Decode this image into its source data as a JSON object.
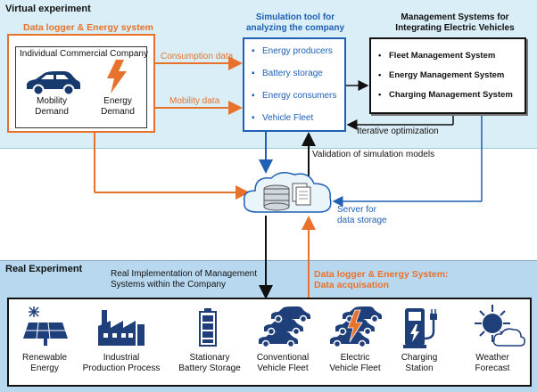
{
  "virtual": {
    "title": "Virtual experiment",
    "logger_title": "Data logger & Energy system",
    "company_title": "Individual Commercial Company",
    "mobility_demand": [
      "Mobility",
      "Demand"
    ],
    "energy_demand": [
      "Energy",
      "Demand"
    ],
    "consumption_label": "Consumption data",
    "mobility_label": "Mobility data",
    "sim_title": [
      "Simulation tool for",
      "analyzing the company"
    ],
    "sim_items": [
      "Energy producers",
      "Battery storage",
      "Energy consumers",
      "Vehicle Fleet"
    ],
    "mgmt_title": [
      "Management Systems for",
      "Integrating Electric Vehicles"
    ],
    "mgmt_items": [
      "Fleet Management System",
      "Energy Management System",
      "Charging Management System"
    ],
    "iterative_label": "Iterative optimization"
  },
  "middle": {
    "validation_label": "Validation of simulation models",
    "server_label": [
      "Server for",
      "data storage"
    ]
  },
  "real": {
    "title": "Real Experiment",
    "impl_label": [
      "Real Implementation of Management",
      "Systems within the Company"
    ],
    "acq_label": [
      "Data logger & Energy System:",
      "Data acquisation"
    ],
    "items": [
      {
        "icon": "solar-panel-icon",
        "label": [
          "Renewable",
          "Energy"
        ]
      },
      {
        "icon": "factory-icon",
        "label": [
          "Industrial",
          "Production Process"
        ]
      },
      {
        "icon": "battery-icon",
        "label": [
          "Stationary",
          "Battery Storage"
        ]
      },
      {
        "icon": "car-fleet-icon",
        "label": [
          "Conventional",
          "Vehicle Fleet"
        ]
      },
      {
        "icon": "electric-car-fleet-icon",
        "label": [
          "Electric",
          "Vehicle Fleet"
        ]
      },
      {
        "icon": "charging-station-icon",
        "label": [
          "Charging",
          "Station"
        ]
      },
      {
        "icon": "weather-icon",
        "label": [
          "Weather",
          "Forecast"
        ]
      }
    ]
  },
  "colors": {
    "orange": "#e8722c",
    "blue": "#1f5fb5",
    "panel_top": "#d9eef6",
    "panel_bottom": "#b8d8ef"
  }
}
